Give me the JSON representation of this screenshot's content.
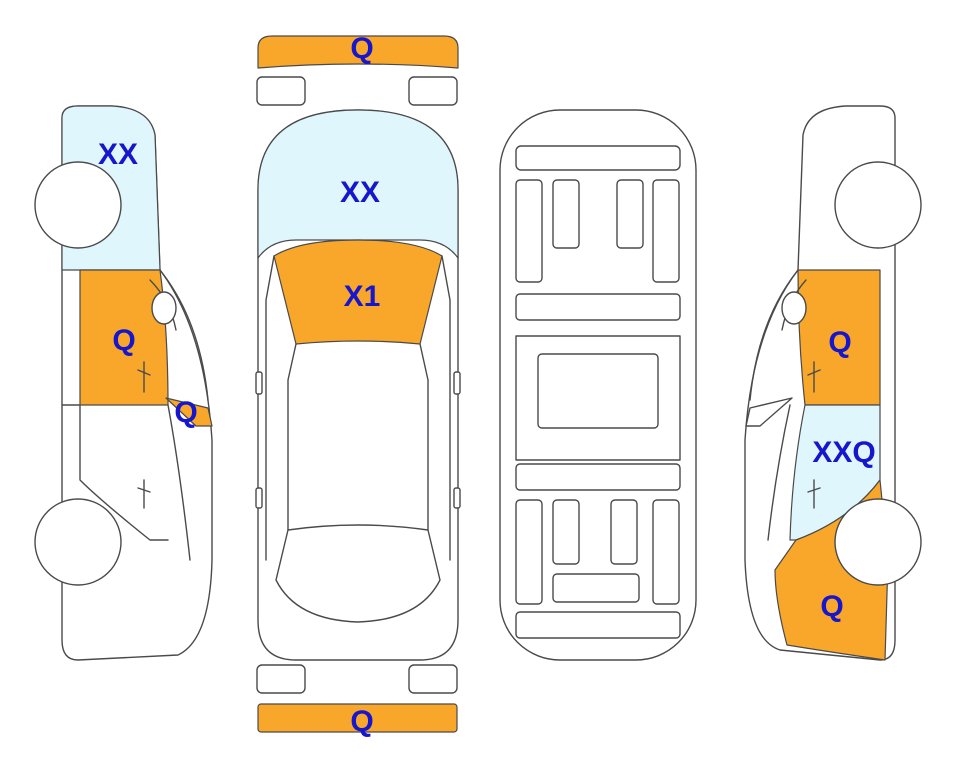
{
  "colors": {
    "damage_orange": "#F9A72B",
    "damage_blue": "#E0F6FD",
    "label_color": "#1616CC",
    "outline": "#4a4a4a"
  },
  "labels": {
    "front_bumper": "Q",
    "hood": "XX",
    "windshield": "X1",
    "rear_bumper": "Q",
    "left_rear_quarter": "XX",
    "left_rear_door": "Q",
    "left_mirror": "Q",
    "right_rear_door": "Q",
    "right_front_door": "XXQ",
    "right_front_fender": "Q"
  }
}
